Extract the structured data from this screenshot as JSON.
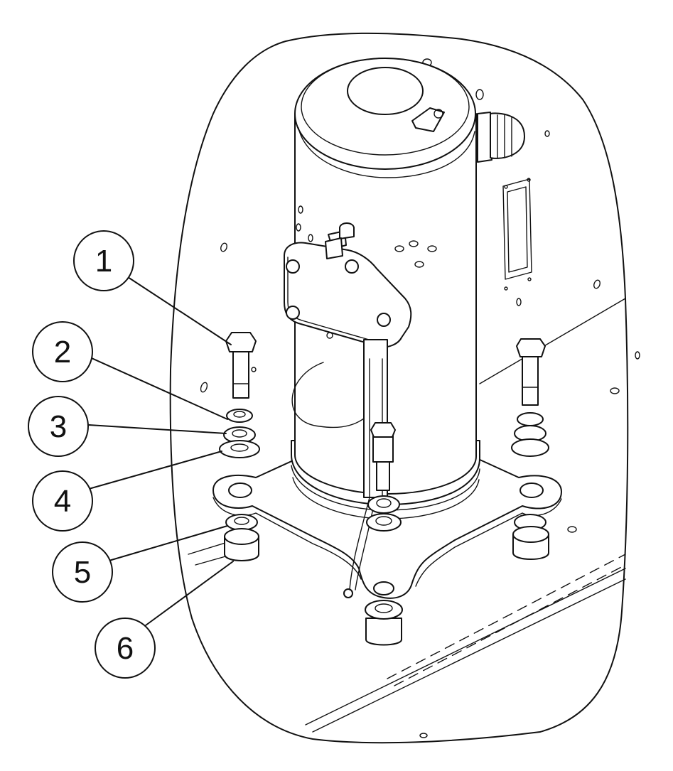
{
  "diagram": {
    "callouts": [
      {
        "id": "callout-1",
        "label": "1"
      },
      {
        "id": "callout-2",
        "label": "2"
      },
      {
        "id": "callout-3",
        "label": "3"
      },
      {
        "id": "callout-4",
        "label": "4"
      },
      {
        "id": "callout-5",
        "label": "5"
      },
      {
        "id": "callout-6",
        "label": "6"
      }
    ]
  }
}
